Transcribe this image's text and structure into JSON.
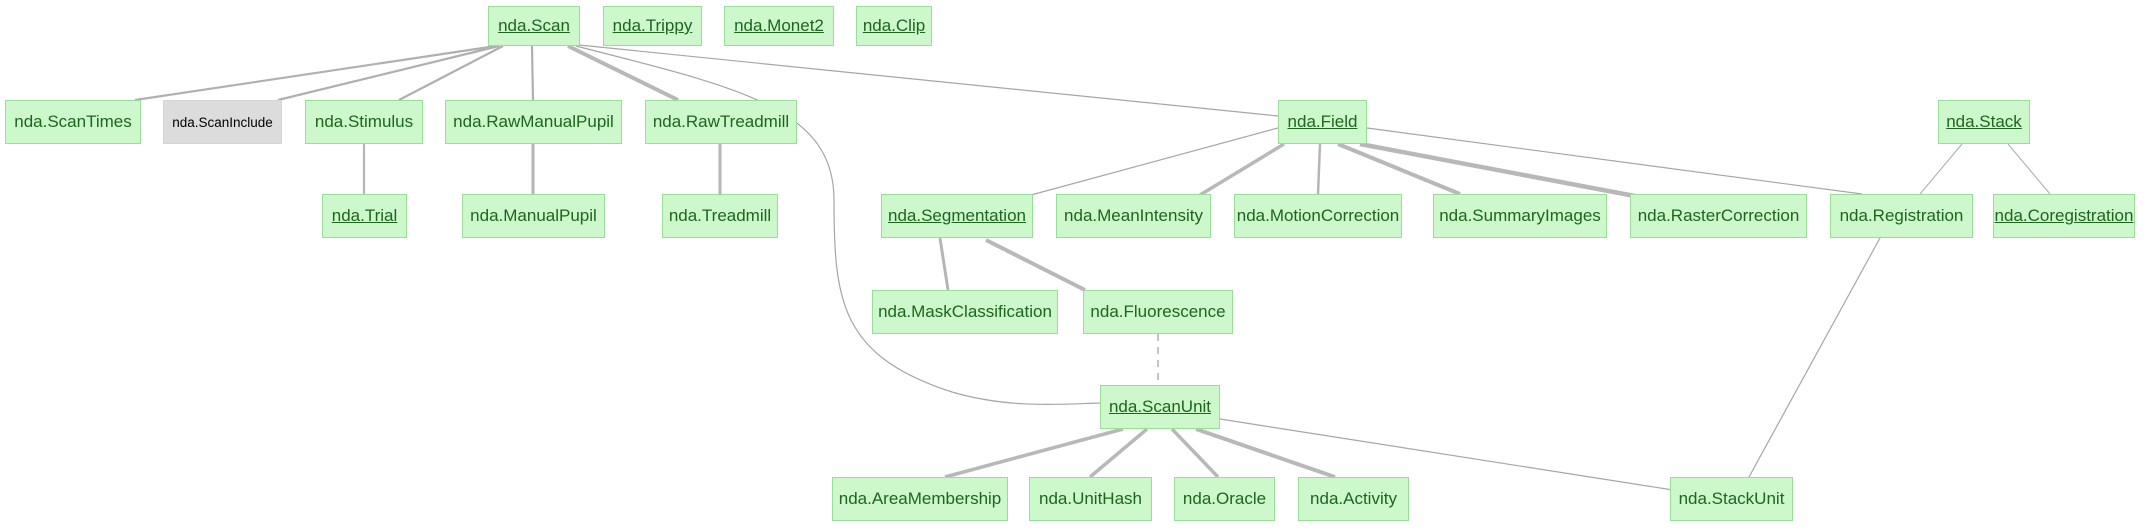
{
  "diagram": {
    "kind": "schema-erd",
    "colors": {
      "background": "#ffffff",
      "node_fill": "#ccf8cc",
      "node_border": "#9add9a",
      "node_text": "#1e651e",
      "part_node_fill": "#dcdcdc",
      "part_node_text": "#000000",
      "edge_thin": "#a0a0a0",
      "edge_thick": "#b8b8b8"
    }
  },
  "nodes": [
    {
      "id": "scan",
      "label": "nda.Scan",
      "underlined": true
    },
    {
      "id": "trippy",
      "label": "nda.Trippy",
      "underlined": true
    },
    {
      "id": "monet2",
      "label": "nda.Monet2",
      "underlined": true
    },
    {
      "id": "clip",
      "label": "nda.Clip",
      "underlined": true
    },
    {
      "id": "scantimes",
      "label": "nda.ScanTimes",
      "underlined": false
    },
    {
      "id": "scaninclude",
      "label": "nda.ScanInclude",
      "underlined": false,
      "part": true
    },
    {
      "id": "stimulus",
      "label": "nda.Stimulus",
      "underlined": false
    },
    {
      "id": "rawmanualpupil",
      "label": "nda.RawManualPupil",
      "underlined": false
    },
    {
      "id": "rawtreadmill",
      "label": "nda.RawTreadmill",
      "underlined": false
    },
    {
      "id": "field",
      "label": "nda.Field",
      "underlined": true
    },
    {
      "id": "stack",
      "label": "nda.Stack",
      "underlined": true
    },
    {
      "id": "trial",
      "label": "nda.Trial",
      "underlined": true
    },
    {
      "id": "manualpupil",
      "label": "nda.ManualPupil",
      "underlined": false
    },
    {
      "id": "treadmill",
      "label": "nda.Treadmill",
      "underlined": false
    },
    {
      "id": "segmentation",
      "label": "nda.Segmentation",
      "underlined": true
    },
    {
      "id": "meanintensity",
      "label": "nda.MeanIntensity",
      "underlined": false
    },
    {
      "id": "motioncorrection",
      "label": "nda.MotionCorrection",
      "underlined": false
    },
    {
      "id": "summaryimages",
      "label": "nda.SummaryImages",
      "underlined": false
    },
    {
      "id": "rastercorrection",
      "label": "nda.RasterCorrection",
      "underlined": false
    },
    {
      "id": "registration",
      "label": "nda.Registration",
      "underlined": false
    },
    {
      "id": "coregistration",
      "label": "nda.Coregistration",
      "underlined": true
    },
    {
      "id": "maskclassification",
      "label": "nda.MaskClassification",
      "underlined": false
    },
    {
      "id": "fluorescence",
      "label": "nda.Fluorescence",
      "underlined": false
    },
    {
      "id": "scanunit",
      "label": "nda.ScanUnit",
      "underlined": true
    },
    {
      "id": "areamembership",
      "label": "nda.AreaMembership",
      "underlined": false
    },
    {
      "id": "unithash",
      "label": "nda.UnitHash",
      "underlined": false
    },
    {
      "id": "oracle",
      "label": "nda.Oracle",
      "underlined": false
    },
    {
      "id": "activity",
      "label": "nda.Activity",
      "underlined": false
    },
    {
      "id": "stackunit",
      "label": "nda.StackUnit",
      "underlined": false
    }
  ],
  "edges": [
    {
      "from": "nda.Scan",
      "to": "nda.ScanTimes",
      "style": "solid"
    },
    {
      "from": "nda.Scan",
      "to": "nda.ScanInclude",
      "style": "solid"
    },
    {
      "from": "nda.Scan",
      "to": "nda.Stimulus",
      "style": "solid"
    },
    {
      "from": "nda.Scan",
      "to": "nda.RawManualPupil",
      "style": "solid"
    },
    {
      "from": "nda.Scan",
      "to": "nda.RawTreadmill",
      "style": "solid"
    },
    {
      "from": "nda.Scan",
      "to": "nda.Field",
      "style": "solid"
    },
    {
      "from": "nda.Scan",
      "to": "nda.ScanUnit",
      "style": "solid-curve"
    },
    {
      "from": "nda.Stimulus",
      "to": "nda.Trial",
      "style": "solid"
    },
    {
      "from": "nda.RawManualPupil",
      "to": "nda.ManualPupil",
      "style": "solid"
    },
    {
      "from": "nda.RawTreadmill",
      "to": "nda.Treadmill",
      "style": "solid"
    },
    {
      "from": "nda.Field",
      "to": "nda.Segmentation",
      "style": "solid"
    },
    {
      "from": "nda.Field",
      "to": "nda.MeanIntensity",
      "style": "solid"
    },
    {
      "from": "nda.Field",
      "to": "nda.MotionCorrection",
      "style": "solid"
    },
    {
      "from": "nda.Field",
      "to": "nda.SummaryImages",
      "style": "solid"
    },
    {
      "from": "nda.Field",
      "to": "nda.RasterCorrection",
      "style": "solid"
    },
    {
      "from": "nda.Field",
      "to": "nda.Registration",
      "style": "solid"
    },
    {
      "from": "nda.Stack",
      "to": "nda.Registration",
      "style": "solid"
    },
    {
      "from": "nda.Stack",
      "to": "nda.Coregistration",
      "style": "solid"
    },
    {
      "from": "nda.Segmentation",
      "to": "nda.MaskClassification",
      "style": "solid"
    },
    {
      "from": "nda.Segmentation",
      "to": "nda.Fluorescence",
      "style": "solid"
    },
    {
      "from": "nda.Fluorescence",
      "to": "nda.ScanUnit",
      "style": "dashed"
    },
    {
      "from": "nda.ScanUnit",
      "to": "nda.AreaMembership",
      "style": "solid"
    },
    {
      "from": "nda.ScanUnit",
      "to": "nda.UnitHash",
      "style": "solid"
    },
    {
      "from": "nda.ScanUnit",
      "to": "nda.Oracle",
      "style": "solid"
    },
    {
      "from": "nda.ScanUnit",
      "to": "nda.Activity",
      "style": "solid"
    },
    {
      "from": "nda.ScanUnit",
      "to": "nda.StackUnit",
      "style": "solid"
    },
    {
      "from": "nda.Registration",
      "to": "nda.StackUnit",
      "style": "solid"
    }
  ]
}
